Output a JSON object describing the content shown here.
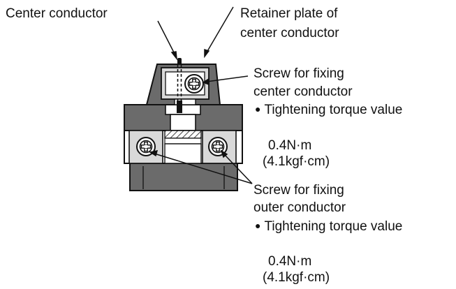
{
  "labels": {
    "center_conductor": "Center conductor",
    "retainer_plate_line1": "Retainer plate of",
    "retainer_plate_line2": "center conductor",
    "screw_center_line1": "Screw for fixing",
    "screw_center_line2": "center conductor",
    "screw_outer_line1": "Screw for fixing",
    "screw_outer_line2": "outer conductor"
  },
  "torque_specs": [
    {
      "heading": "Tightening torque value",
      "value_si": "0.4N·m",
      "value_kgf": "(4.1kgf·cm)"
    },
    {
      "heading": "Tightening torque value",
      "value_si": "0.4N·m",
      "value_kgf": "(4.1kgf·cm)"
    }
  ],
  "colors": {
    "body_gray": "#6b6b6b",
    "plate_gray": "#d9d9d9",
    "line": "#111111",
    "background": "#ffffff"
  },
  "icons": {
    "screw": "phillips-screw-icon",
    "bullet": "filled-circle"
  }
}
